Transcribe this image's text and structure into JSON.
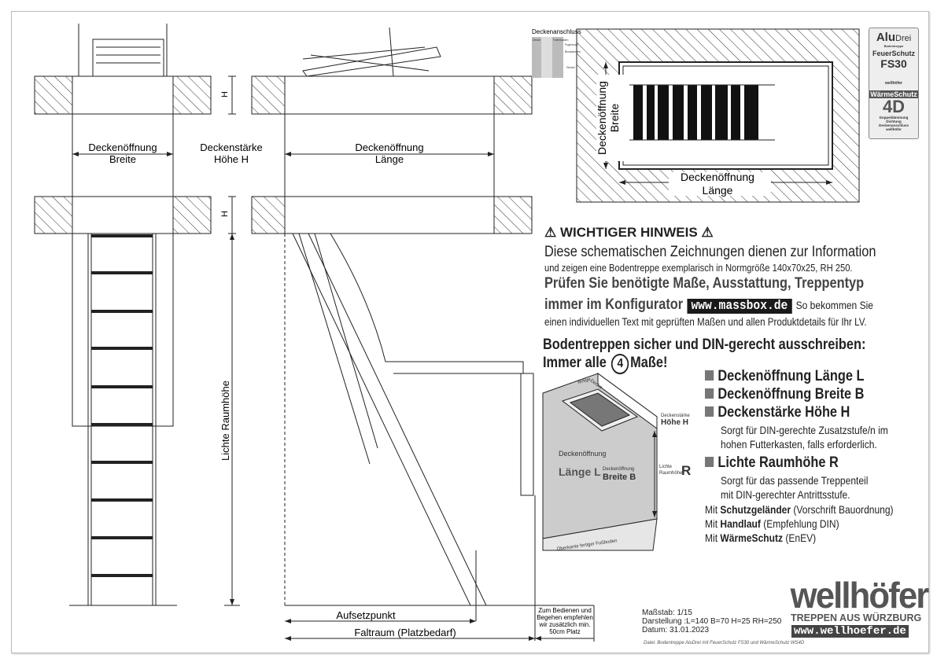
{
  "drawing": {
    "labels": {
      "opening_width": [
        "Deckenöffnung",
        "Breite"
      ],
      "ceiling_thickness": [
        "Deckenstärke",
        "Höhe H"
      ],
      "opening_length": [
        "Deckenöffnung",
        "Länge"
      ],
      "h_marker": "H",
      "room_height": "Lichte Raumhöhe",
      "landing_point": "Aufsetzpunkt",
      "folding_space": "Faltraum (Platzbedarf)",
      "extra_space": [
        "Zum Bedienen und",
        "Begehen empfehlen",
        "wir zusätzlich min.",
        "50cm Platz"
      ]
    },
    "plan_view": {
      "width_label": [
        "Deckenöffnung",
        "Breite"
      ],
      "length_label": [
        "Deckenöffnung",
        "Länge"
      ]
    },
    "connection_detail": {
      "title": "Deckenanschluss",
      "parts": [
        "Decke",
        "Futterkasten",
        "Fugenzopf",
        "Blockstreifen",
        "Deckel"
      ]
    }
  },
  "badges": {
    "aludrei": {
      "brand": "Alu",
      "suffix": "Drei",
      "sub": "Bodentreppe"
    },
    "fire": {
      "title": "FeuerSchutz",
      "rating": "FS30",
      "footer": "wellhöfer"
    },
    "thermal": {
      "title": "WärmeSchutz",
      "rating": "4D",
      "lines": [
        "Doppeldämmung",
        "Dichtung",
        "Deckenanschluss"
      ],
      "footer": "wellhöfer"
    }
  },
  "notice": {
    "heading": "WICHTIGER HINWEIS",
    "line1": "Diese schematischen Zeichnungen dienen zur Information",
    "line2": "und zeigen eine Bodentreppe exemplarisch in Normgröße 140x70x25, RH 250.",
    "line3": "Prüfen Sie benötigte Maße, Ausstattung, Treppentyp",
    "line4a": "immer im Konfigurator",
    "url": "www.massbox.de",
    "line4b": "So bekommen Sie",
    "line5": "einen individuellen Text mit geprüften Maßen und allen Produktdetails für Ihr LV.",
    "headline1": "Bodentreppen sicher und DIN-gerecht ausschreiben:",
    "headline2a": "Immer alle",
    "headline2_number": "4",
    "headline2b": "Maße!"
  },
  "illustration": {
    "ceiling": [
      "fertige",
      "Decke"
    ],
    "thickness": [
      "Deckenstärke",
      "Höhe H"
    ],
    "length": [
      "Deckenöffnung",
      "Länge L"
    ],
    "width": [
      "Deckenöffnung",
      "Breite B"
    ],
    "room": [
      "Lichte",
      "Raumhöhe",
      "R"
    ],
    "floor": "Oberkante fertiger Fußboden"
  },
  "measures": [
    {
      "title": "Deckenöffnung Länge L"
    },
    {
      "title": "Deckenöffnung Breite B"
    },
    {
      "title": "Deckenstärke Höhe H",
      "note": [
        "Sorgt für DIN-gerechte Zusatzstufe/n im",
        "hohen Futterkasten, falls erforderlich."
      ]
    },
    {
      "title": "Lichte Raumhöhe R",
      "note": [
        "Sorgt für das passende Treppenteil",
        "mit DIN-gerechter Antrittsstufe."
      ]
    }
  ],
  "extras": [
    {
      "pre": "Mit",
      "bold": "Schutzgeländer",
      "post": "(Vorschrift Bauordnung)"
    },
    {
      "pre": "Mit",
      "bold": "Handlauf",
      "post": "(Empfehlung DIN)"
    },
    {
      "pre": "Mit",
      "bold": "WärmeSchutz",
      "post": "(EnEV)"
    }
  ],
  "footer": {
    "scale": "Maßstab: 1/15",
    "display": "Darstellung :L=140 B=70 H=25 RH=250",
    "date": "Datum: 31.01.2023",
    "file": "Datei: Bodentreppe AluDrei mit FeuerSchutz FS30 und WärmeSchutz WS4D"
  },
  "logo": {
    "name": "wellhöfer",
    "tagline": "TREPPEN AUS WÜRZBURG",
    "url": "www.wellhoefer.de"
  },
  "colors": {
    "line": "#222222",
    "hatch": "#333333",
    "accent_box": "#777777"
  }
}
